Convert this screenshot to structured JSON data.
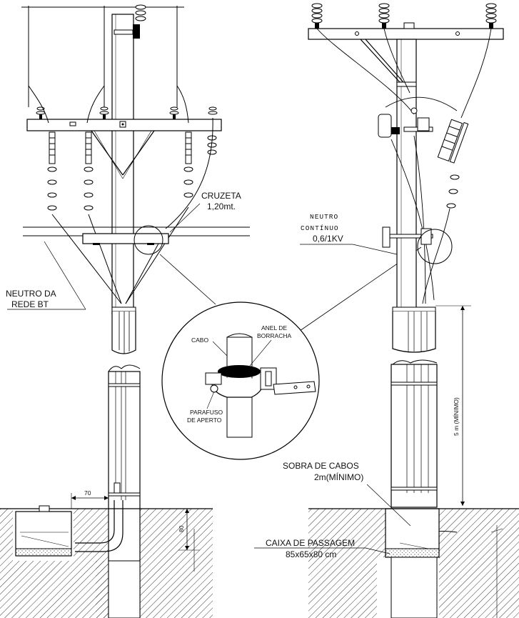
{
  "labels": {
    "cruzeta": "CRUZETA",
    "cruzeta_size": "1,20mt.",
    "neutro_da": "NEUTRO DA",
    "rede_bt": "REDE  BT",
    "neutro": "NEUTRO",
    "continuo": "CONTÍNUO",
    "kv": "0,6/1KV",
    "detail_cabo": "CABO",
    "detail_anel_1": "ANEL DE",
    "detail_anel_2": "BORRACHA",
    "detail_parafuso_1": "PARAFUSO",
    "detail_parafuso_2": "DE APERTO",
    "dim_70": "70",
    "dim_80": "80",
    "dim_5m": "5 m (MÍNIMO)",
    "sobra_1": "SOBRA DE CABOS",
    "sobra_2": "2m(MÍNIMO)",
    "caixa_1": "CAIXA DE PASSAGEM",
    "caixa_2": "85x65x80 cm"
  }
}
